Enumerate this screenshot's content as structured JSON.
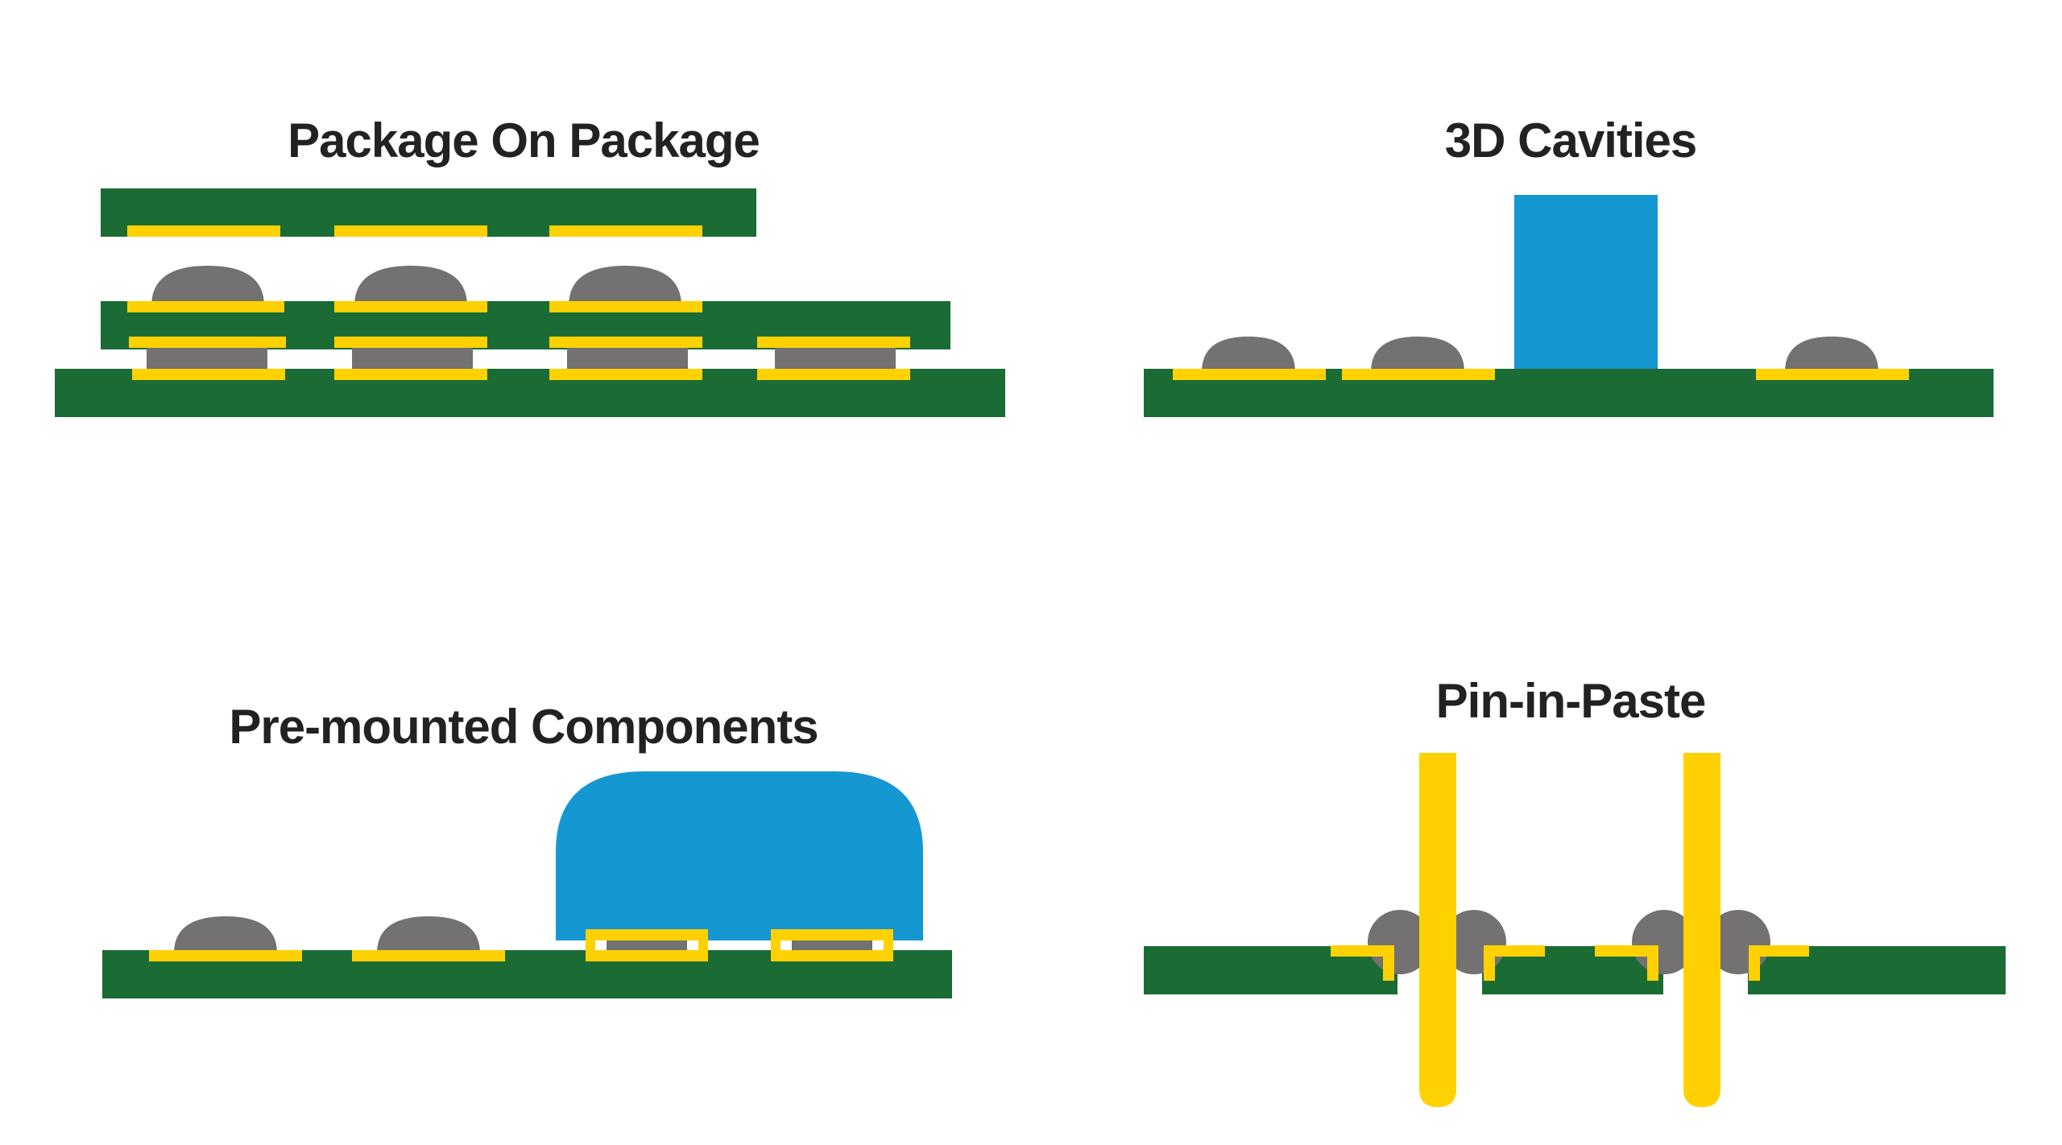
{
  "panels": {
    "package_on_package": {
      "title": "Package On Package"
    },
    "cavities_3d": {
      "title": "3D Cavities"
    },
    "premounted": {
      "title": "Pre-mounted Components"
    },
    "pin_in_paste": {
      "title": "Pin-in-Paste"
    }
  },
  "colors": {
    "board": "#1b6b35",
    "pad": "#ffd100",
    "solder": "#737171",
    "component": "#1597d1",
    "text": "#222222",
    "background": "#ffffff"
  }
}
